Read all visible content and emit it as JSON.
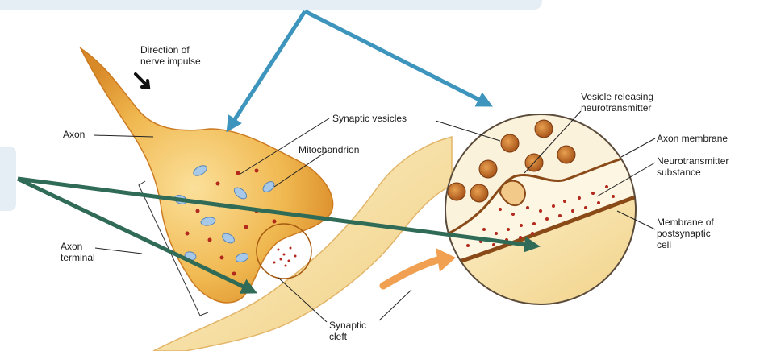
{
  "labels": {
    "direction_line1": "Direction of",
    "direction_line2": "nerve impulse",
    "axon": "Axon",
    "synaptic_vesicles": "Synaptic vesicles",
    "mitochondrion": "Mitochondrion",
    "axon_terminal_line1": "Axon",
    "axon_terminal_line2": "terminal",
    "synaptic_cleft_line1": "Synaptic",
    "synaptic_cleft_line2": "cleft",
    "vesicle_releasing_line1": "Vesicle releasing",
    "vesicle_releasing_line2": "neurotransmitter",
    "axon_membrane": "Axon membrane",
    "neurotransmitter_line1": "Neurotransmitter",
    "neurotransmitter_line2": "substance",
    "postsynaptic_line1": "Membrane of",
    "postsynaptic_line2": "postsynaptic",
    "postsynaptic_line3": "cell"
  },
  "colors": {
    "blue_arrow": "#3d95bd",
    "green_arrow": "#2f6b57",
    "axon_fill": "#f0b850",
    "postsynaptic_fill": "#f7e4a8",
    "vesicle_fill": "#c87028",
    "dot_red": "#b3281c",
    "orange_arrow": "#f0a050"
  }
}
